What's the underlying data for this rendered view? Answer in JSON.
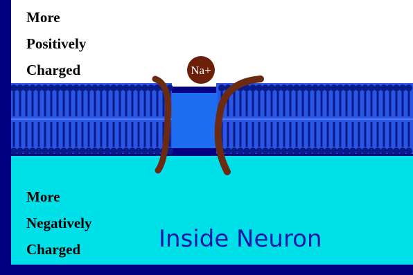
{
  "outside": {
    "label_lines": [
      "More",
      "Positively",
      "Charged"
    ]
  },
  "inside": {
    "label_lines": [
      "More",
      "Negatively",
      "Charged"
    ],
    "title": "Inside Neuron"
  },
  "ion": {
    "label": "Na+"
  },
  "colors": {
    "background_border": "#000080",
    "extracellular": "#ffffff",
    "intracellular": "#00e0e8",
    "membrane_dark": "#0a1a88",
    "membrane_mid": "#2a56e6",
    "channel_pore": "#1e6cf0",
    "channel_protein": "#6b2a12",
    "ion": "#6b1e08",
    "inside_title": "#1a1aa8"
  }
}
